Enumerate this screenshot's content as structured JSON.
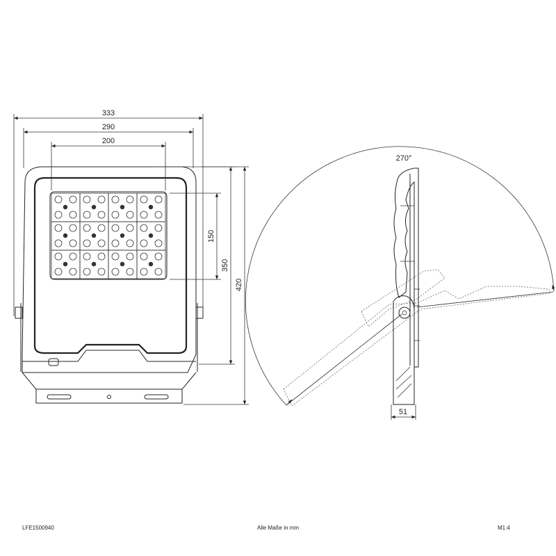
{
  "front_view": {
    "dimensions": {
      "width_overall": "333",
      "width_body": "290",
      "width_led": "200",
      "height_overall": "420",
      "height_body": "350",
      "height_led": "150"
    },
    "led_grid": {
      "rows": 3,
      "columns": 4
    }
  },
  "side_view": {
    "angle_label": "270°",
    "depth_label": "51"
  },
  "footer": {
    "article_number": "LFE1500940",
    "units_note": "Alle Maße in mm",
    "scale": "M1:4"
  }
}
